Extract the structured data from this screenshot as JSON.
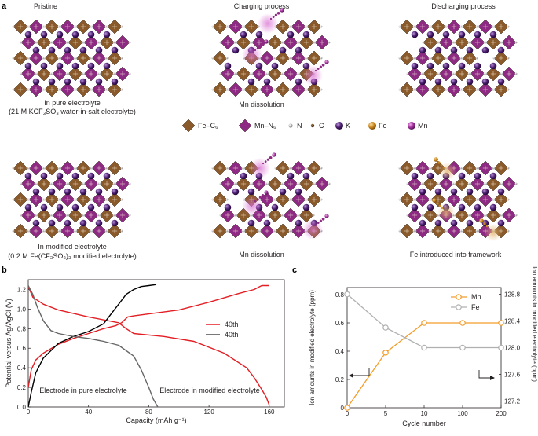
{
  "panel_a": {
    "label": "a",
    "col_titles": [
      "Pristine",
      "Charging process",
      "Discharging process"
    ],
    "top_captions": {
      "pure_line1": "In pure electrolyte",
      "pure_line2": "(21 M KCF₃SO₃ water-in-salt electrolyte)",
      "charging": "Mn dissolution"
    },
    "bottom_captions": {
      "modified_line1": "In modified electrolyte",
      "modified_line2": "(0.2 M Fe(CF₃SO₃)₃ modified electrolyte)",
      "charging": "Mn dissolution",
      "discharging": "Fe introduced into framework"
    },
    "legend": [
      {
        "label": "Fe–C₆",
        "kind": "fe-octa",
        "color": "#8b5a2b"
      },
      {
        "label": "Mn–N₆",
        "kind": "mn-octa",
        "color": "#8e2a84"
      },
      {
        "label": "N",
        "kind": "sphere",
        "color": "#b5b5b5"
      },
      {
        "label": "C",
        "kind": "sphere",
        "color": "#4a3014"
      },
      {
        "label": "K",
        "kind": "sphere",
        "color": "#4b1e6e"
      },
      {
        "label": "Fe",
        "kind": "sphere",
        "color": "#c8861e"
      },
      {
        "label": "Mn",
        "kind": "sphere",
        "color": "#a0309a"
      }
    ],
    "colors": {
      "fe_octa": "#8b5a2b",
      "mn_octa": "#8e2a84",
      "k_ion": "#4b1e6e",
      "mn_glow": "#d96fd1",
      "fe_glow": "#e3b36a"
    }
  },
  "chart_data": [
    {
      "panel": "b",
      "type": "line",
      "xlabel": "Capacity (mAh g⁻¹)",
      "ylabel": "Potential versus Ag/AgCl (V)",
      "xlim": [
        0,
        170
      ],
      "ylim": [
        0,
        1.3
      ],
      "xticks": [
        0,
        40,
        80,
        120,
        160
      ],
      "yticks": [
        0,
        0.2,
        0.4,
        0.6,
        0.8,
        1.0,
        1.2
      ],
      "legend_position": "right",
      "legend": [
        {
          "label": "40th",
          "color": "#e31e24"
        },
        {
          "label": "40th",
          "color": "#4d4d4d"
        }
      ],
      "annotations": [
        {
          "text": "Electrode in pure electrolyte",
          "color": "#231f20"
        },
        {
          "text": "Electrode in modified electrolyte",
          "color": "#e31e24"
        }
      ],
      "series": [
        {
          "color": "#e31e24",
          "role": "charge",
          "x": [
            0,
            2,
            5,
            10,
            20,
            30,
            40,
            50,
            58,
            62,
            66,
            70,
            80,
            100,
            120,
            140,
            150,
            155,
            160
          ],
          "y": [
            0.2,
            0.38,
            0.48,
            0.55,
            0.64,
            0.7,
            0.75,
            0.8,
            0.83,
            0.86,
            0.92,
            0.93,
            0.95,
            0.99,
            1.07,
            1.16,
            1.2,
            1.24,
            1.24
          ]
        },
        {
          "color": "#e31e24",
          "role": "discharge",
          "x": [
            0,
            3,
            10,
            20,
            40,
            60,
            65,
            70,
            90,
            110,
            130,
            145,
            150,
            155,
            158,
            160
          ],
          "y": [
            1.23,
            1.12,
            1.05,
            0.99,
            0.92,
            0.86,
            0.8,
            0.75,
            0.72,
            0.67,
            0.55,
            0.4,
            0.3,
            0.18,
            0.1,
            0.02
          ]
        },
        {
          "color": "#000000",
          "role": "charge",
          "x": [
            0,
            2,
            5,
            10,
            20,
            30,
            40,
            50,
            55,
            60,
            65,
            70,
            75,
            80,
            85
          ],
          "y": [
            0.0,
            0.15,
            0.35,
            0.5,
            0.65,
            0.72,
            0.77,
            0.85,
            0.95,
            1.05,
            1.15,
            1.2,
            1.23,
            1.24,
            1.25
          ]
        },
        {
          "color": "#666666",
          "role": "discharge",
          "x": [
            0,
            3,
            6,
            10,
            15,
            20,
            30,
            40,
            50,
            60,
            70,
            75,
            80,
            83,
            86
          ],
          "y": [
            1.24,
            1.15,
            1.02,
            0.88,
            0.78,
            0.75,
            0.72,
            0.7,
            0.67,
            0.63,
            0.52,
            0.38,
            0.2,
            0.08,
            0.0
          ]
        }
      ]
    },
    {
      "panel": "c",
      "type": "line",
      "xlabel": "Cycle number",
      "ylabel_left": "Ion amounts in modified electrolyte (ppm)",
      "ylabel_right": "Ion amounts in modified electrolyte (ppm)",
      "categories": [
        "0",
        "5",
        "10",
        "100",
        "200"
      ],
      "ylim_left": [
        0,
        0.85
      ],
      "ylim_right": [
        127.1,
        128.9
      ],
      "yticks_left": [
        0,
        0.2,
        0.4,
        0.6,
        0.8
      ],
      "yticks_right": [
        127.2,
        127.6,
        128.0,
        128.4,
        128.8
      ],
      "legend_position": "top-right",
      "series": [
        {
          "name": "Mn",
          "axis": "left",
          "color": "#f39c2a",
          "values": [
            0,
            0.39,
            0.6,
            0.6,
            0.6
          ]
        },
        {
          "name": "Fe",
          "axis": "right",
          "color": "#b0b0b0",
          "values": [
            128.8,
            128.3,
            128.0,
            128.0,
            128.0
          ]
        }
      ]
    }
  ],
  "panel_labels": {
    "b": "b",
    "c": "c"
  }
}
